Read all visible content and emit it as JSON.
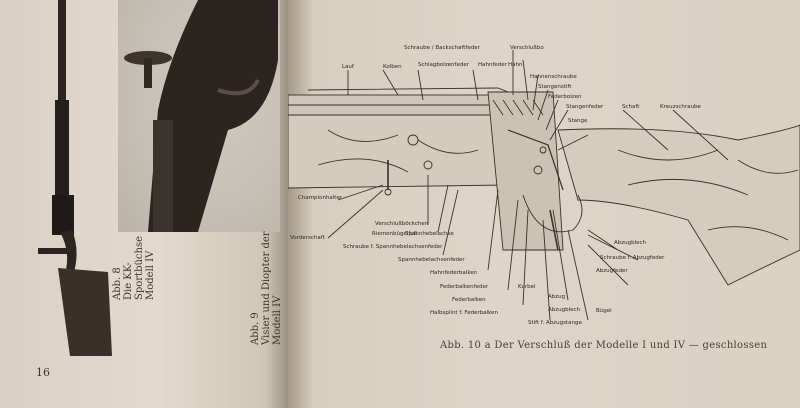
{
  "left_page": {
    "fig8_caption": [
      "Abb. 8",
      "Die KK-Sportbüchse",
      "Modell IV"
    ],
    "fig9_caption": [
      "Abb. 9",
      "Visier und Diopter der",
      "Modell IV"
    ],
    "page_number": "16"
  },
  "right_page": {
    "caption": "Abb. 10 a   Der Verschluß der Modelle I und IV — geschlossen",
    "labels": {
      "schraube_backschaft": "Schraube / Backschaftfeder",
      "verschlussbolzen": "Verschlußbo",
      "lauf": "Lauf",
      "kolben": "Kolben",
      "schlagbolzenfeder": "Schlagbolzenfeder",
      "hahnfeder": "Hahnfeder",
      "hahn": "Hahn",
      "hahnenschraube": "Hahnenschraube",
      "stangenstift": "Stangenstift",
      "federbolzen": "Federbolzen",
      "stangenfeder": "Stangenfeder",
      "schaft": "Schaft",
      "kreuzschraube": "Kreuzschraube",
      "stange": "Stange",
      "championhalter": "Championhalter",
      "vorderschaft": "Vorderschaft",
      "verschlussboeckchen": "Verschlußböckchen",
      "riemenbuegel": "Riemenbügelfuß",
      "spannhebelachse": "Spannhebelachse",
      "schraube_spannhebel": "Schraube f. Spannhebelachsenfeder",
      "spannhebelachsenfeder": "Spannhebelachsenfeder",
      "hahnfederbalken": "Hahnfederbalken",
      "federbalkenfeder": "Federbalkenfeder",
      "federbalken": "Federbalken",
      "halbsplint": "Halbsplint f. Federbalken",
      "abzugblech": "Abzugblech",
      "schraube_abzug": "Schraube f. Abzugfeder",
      "abzugfeder": "Abzugfeder",
      "abzug": "Abzug",
      "kurbel": "Kurbel",
      "stift_abzug": "Stift f. Abzugstange",
      "bugel": "Bügel",
      "abzugsblech": "Abzugblech"
    }
  }
}
